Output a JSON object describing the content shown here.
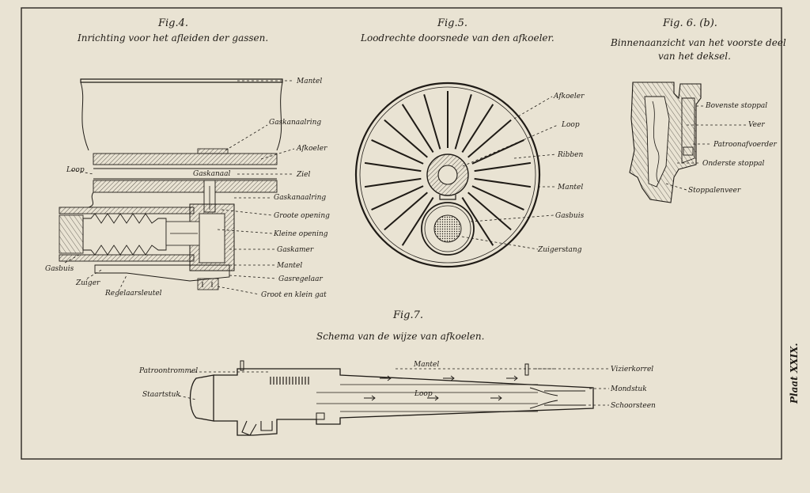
{
  "fig4": {
    "title": "Fig.4.",
    "subtitle": "Inrichting voor het afleiden der gassen.",
    "labels": {
      "mantel_top": "Mantel",
      "gaskanaalring_1": "Gaskanaalring",
      "afkoeler": "Afkoeler",
      "loop": "Loop",
      "gaskanaal": "Gaskanaal",
      "ziel": "Ziel",
      "gaskanaalring_2": "Gaskanaalring",
      "groote_opening": "Groote opening",
      "kleine_opening": "Kleine opening",
      "gaskamer": "Gaskamer",
      "mantel_bottom": "Mantel",
      "gasregelaar": "Gasregelaar",
      "groot_klein_gat": "Groot en klein gat",
      "gasbuis": "Gasbuis",
      "zuiger": "Zuiger",
      "regelaarsleutel": "Regelaarsleutel"
    }
  },
  "fig5": {
    "title": "Fig.5.",
    "subtitle": "Loodrechte doorsnede van den afkoeler.",
    "labels": {
      "afkoeler": "Afkoeler",
      "loop": "Loop",
      "ribben": "Ribben",
      "mantel": "Mantel",
      "gasbuis": "Gasbuis",
      "zuigerstang": "Zuigerstang"
    }
  },
  "fig6": {
    "title": "Fig. 6. (b).",
    "subtitle_line1": "Binnenaanzicht van het voorste deel",
    "subtitle_line2": "van het deksel.",
    "labels": {
      "bovenste_stoppal": "Bovenste stoppal",
      "veer": "Veer",
      "patroonafvoerder": "Patroonafvoerder",
      "onderste_stoppal": "Onderste stoppal",
      "stoppalenveer": "Stoppalenveer"
    }
  },
  "fig7": {
    "title": "Fig.7.",
    "subtitle": "Schema van de wijze van afkoelen.",
    "labels": {
      "patroontrommel": "Patroontrommel",
      "staartstuk": "Staartstuk",
      "mantel": "Mantel",
      "loop": "Loop",
      "vizierkorrel": "Vizierkorrel",
      "mondstuk": "Mondstuk",
      "schoorsteen": "Schoorsteen"
    }
  },
  "plate_label": "Plaat XXIX.",
  "colors": {
    "paper": "#e9e3d3",
    "ink": "#1f1b16",
    "border": "#2a2520"
  }
}
